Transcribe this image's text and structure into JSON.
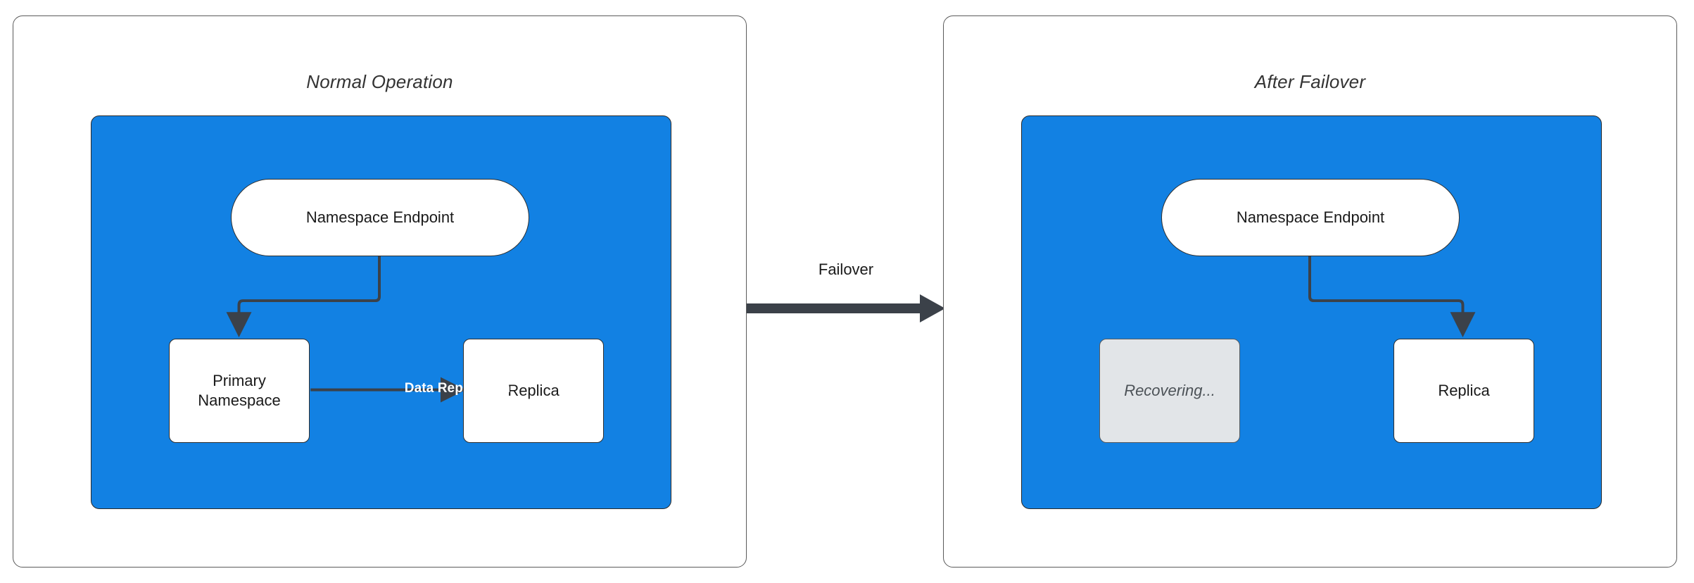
{
  "diagram": {
    "type": "flow-diagram",
    "background_color": "#ffffff",
    "accent_blue": "#1281E3",
    "edge_color": "#3b4149",
    "muted_fill": "#E2E5E8"
  },
  "panels": [
    {
      "id": "normal-operation",
      "title": "Normal Operation",
      "nodes": [
        {
          "id": "endpoint",
          "label": "Namespace Endpoint",
          "shape": "stadium",
          "fill": "#ffffff"
        },
        {
          "id": "primary",
          "label": "Primary\nNamespace",
          "line1": "Primary",
          "line2": "Namespace",
          "shape": "rect",
          "fill": "#ffffff"
        },
        {
          "id": "replica",
          "label": "Replica",
          "shape": "rect",
          "fill": "#ffffff"
        }
      ],
      "edges": [
        {
          "from": "endpoint",
          "to": "primary",
          "label": "",
          "style": "elbow-arrow"
        },
        {
          "from": "primary",
          "to": "replica",
          "label": "Data Replication",
          "style": "straight-arrow",
          "label_color": "#ffffff"
        }
      ]
    },
    {
      "id": "after-failover",
      "title": "After Failover",
      "nodes": [
        {
          "id": "endpoint",
          "label": "Namespace Endpoint",
          "shape": "stadium",
          "fill": "#ffffff"
        },
        {
          "id": "recovering",
          "label": "Recovering...",
          "shape": "rect",
          "fill": "#E2E5E8",
          "state": "muted"
        },
        {
          "id": "replica",
          "label": "Replica",
          "shape": "rect",
          "fill": "#ffffff"
        }
      ],
      "edges": [
        {
          "from": "endpoint",
          "to": "replica",
          "label": "",
          "style": "elbow-arrow"
        }
      ]
    }
  ],
  "transition": {
    "label": "Failover",
    "direction": "left-to-right",
    "color": "#3b4149"
  }
}
